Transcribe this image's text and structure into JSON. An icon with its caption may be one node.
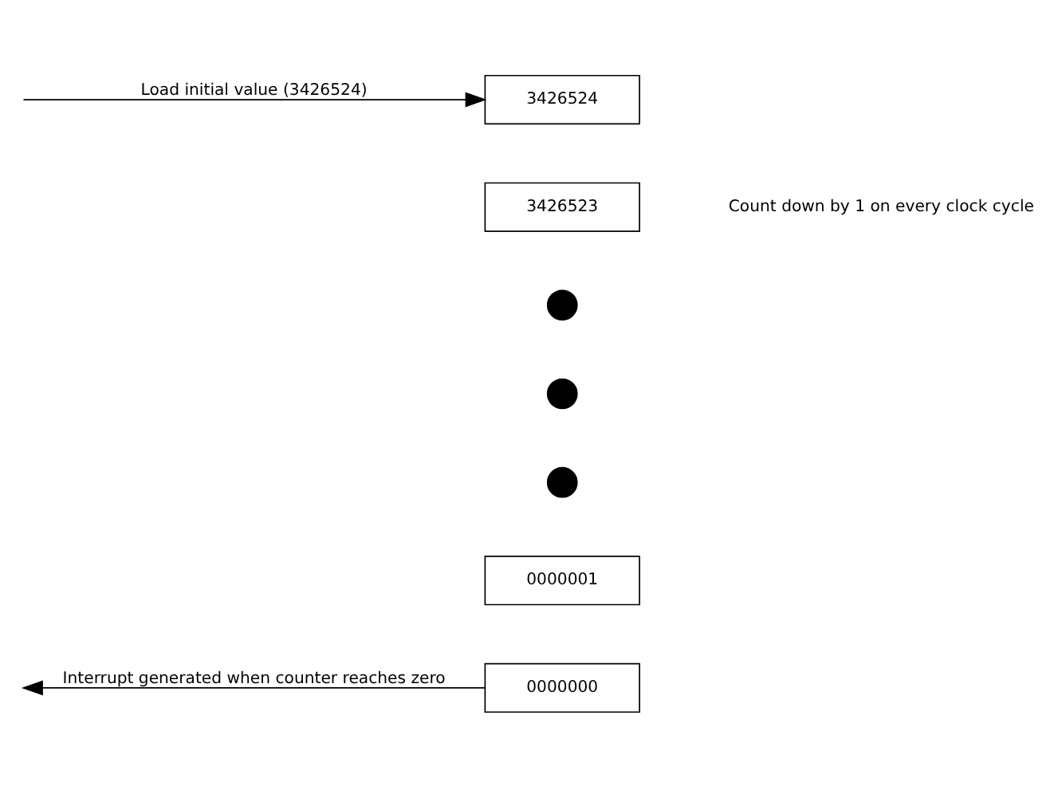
{
  "diagram": {
    "nodes": [
      {
        "text": [
          "3426524"
        ]
      },
      {
        "text": [
          "3426523"
        ]
      },
      {
        "text": [],
        "shape": "circle"
      },
      {
        "text": [],
        "shape": "circle"
      },
      {
        "text": [],
        "shape": "circle"
      },
      {
        "text": [
          "0000001"
        ]
      },
      {
        "text": [
          "0000000"
        ]
      }
    ],
    "edges": [
      {
        "from": null,
        "to": 0,
        "arrow": "to",
        "label": "Load initial value (3426524)"
      },
      {
        "from": 6,
        "to": null,
        "arrow": "to",
        "label": "Interrupt generated when counter reaches zero"
      }
    ],
    "labels": [
      "Count down by 1 on every clock cycle"
    ]
  }
}
